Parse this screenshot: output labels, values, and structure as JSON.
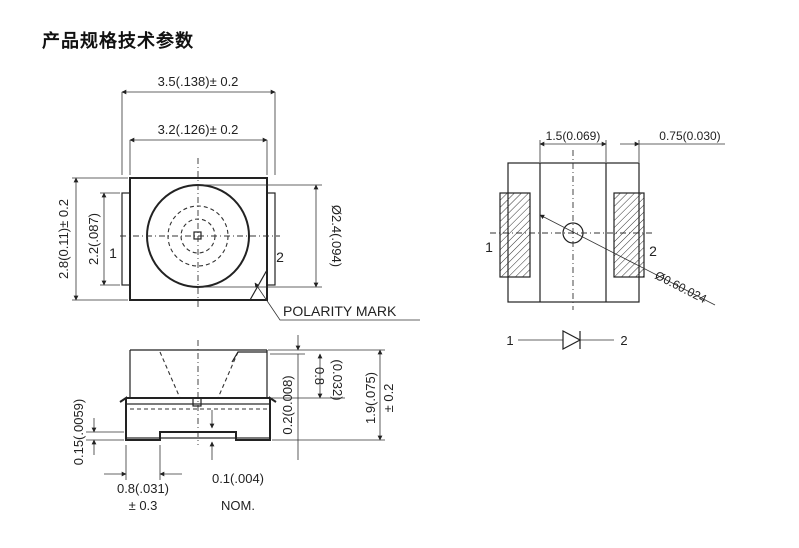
{
  "title": "产品规格技术参数",
  "top_view": {
    "overall_width": "3.5(.138)± 0.2",
    "inner_width": "3.2(.126)± 0.2",
    "overall_height": "2.8(0.11)± 0.2",
    "pad_height": "2.2(.087)",
    "lens_diameter": "Ø2.4(.094)",
    "pin1": "1",
    "pin2": "2",
    "polarity_mark": "POLARITY MARK"
  },
  "side_view": {
    "lens_offset": "0.2(0.008)",
    "lens_height_a": "0.8",
    "lens_height_b": "(0.032)",
    "total_height_a": "1.9(.075)",
    "total_height_b": "± 0.2",
    "terminal_thickness": "0.15(.0059)",
    "terminal_length_a": "0.8(.031)",
    "terminal_length_b": "± 0.3",
    "gap_a": "0.1(.004)",
    "gap_b": "NOM."
  },
  "bottom_view": {
    "pad_width": "1.5(0.069)",
    "pad_inset": "0.75(0.030)",
    "via_diameter": "Ø0.60.024",
    "pin1": "1",
    "pin2": "2"
  },
  "schematic": {
    "pin1": "1",
    "pin2": "2"
  }
}
